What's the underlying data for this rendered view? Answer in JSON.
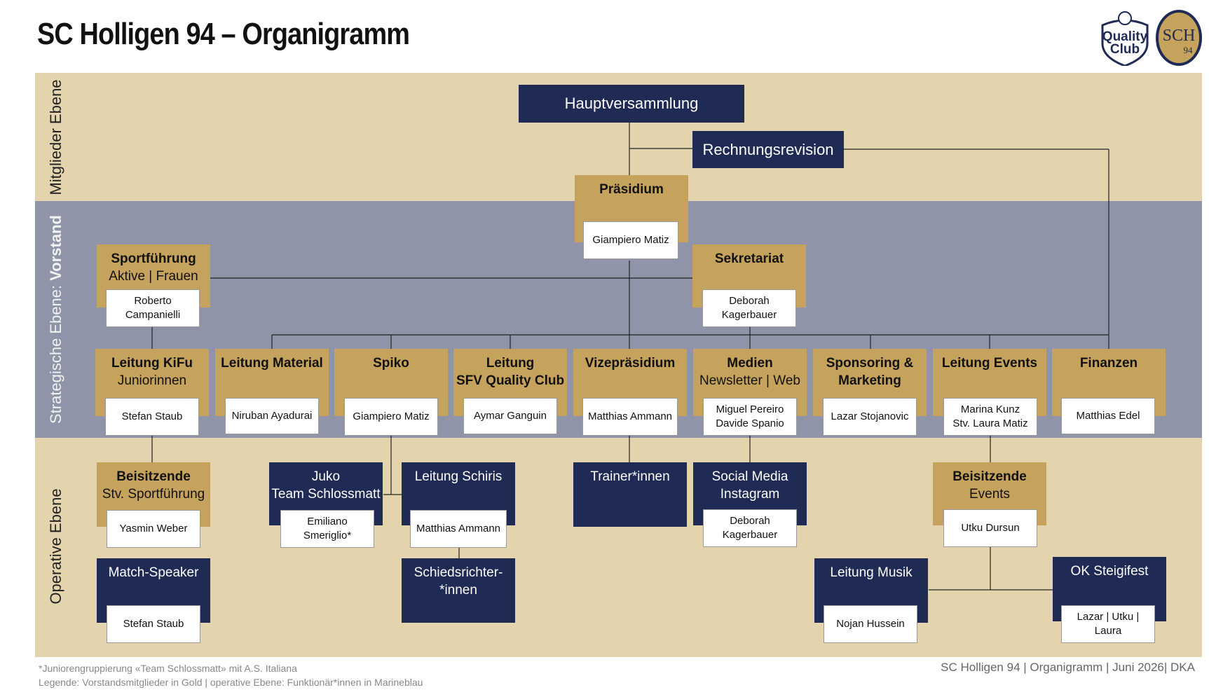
{
  "title": "SC Holligen 94 – Organigramm",
  "bands": {
    "top": "Mitglieder Ebene",
    "mid_prefix": "Strategische Ebene: ",
    "mid_bold": "Vorstand",
    "bottom": "Operative Ebene"
  },
  "logos": {
    "quality_club": [
      "Quality",
      "Club"
    ],
    "sch": "SCH",
    "sch_number": "94"
  },
  "boxes": {
    "hauptversammlung": "Hauptversammlung",
    "rechnungsrevision": "Rechnungsrevision",
    "praesidium": {
      "title": "Präsidium",
      "name": "Giampiero Matiz"
    },
    "sportfuehrung": {
      "title": "Sportführung",
      "subtitle": "Aktive | Frauen",
      "name": "Roberto\nCampanielli"
    },
    "sekretariat": {
      "title": "Sekretariat",
      "name": "Deborah\nKagerbauer"
    },
    "kifu": {
      "title": "Leitung KiFu",
      "subtitle": "Juniorinnen",
      "name": "Stefan Staub"
    },
    "material": {
      "title": "Leitung Material",
      "name": "Niruban Ayadurai"
    },
    "spiko": {
      "title": "Spiko",
      "name": "Giampiero Matiz"
    },
    "sfv": {
      "title": "Leitung",
      "subtitle": "SFV Quality Club",
      "name": "Aymar Ganguin"
    },
    "vize": {
      "title": "Vizepräsidium",
      "name": "Matthias Ammann"
    },
    "medien": {
      "title": "Medien",
      "subtitle": "Newsletter | Web",
      "name": "Miguel Pereiro\nDavide Spanio"
    },
    "sponsoring": {
      "title": "Sponsoring &",
      "subtitle": "Marketing",
      "name": "Lazar Stojanovic"
    },
    "events": {
      "title": "Leitung Events",
      "name": "Marina Kunz\nStv. Laura Matiz"
    },
    "finanzen": {
      "title": "Finanzen",
      "name": "Matthias Edel"
    },
    "beisitzende_sport": {
      "title": "Beisitzende",
      "subtitle": "Stv. Sportführung",
      "name": "Yasmin Weber"
    },
    "juko": {
      "title": "Juko",
      "subtitle": "Team Schlossmatt",
      "name": "Emiliano\nSmeriglio*"
    },
    "schiris": {
      "title": "Leitung Schiris",
      "name": "Matthias Ammann"
    },
    "trainer": {
      "title": "Trainer*innen"
    },
    "social": {
      "title": "Social Media",
      "subtitle": "Instagram",
      "name": "Deborah\nKagerbauer"
    },
    "beisitzende_events": {
      "title": "Beisitzende",
      "subtitle": "Events",
      "name": "Utku Dursun"
    },
    "match_speaker": {
      "title": "Match-Speaker",
      "name": "Stefan Staub"
    },
    "schiedsrichter": {
      "title": "Schiedsrichter-",
      "subtitle": "*innen"
    },
    "musik": {
      "title": "Leitung Musik",
      "name": "Nojan Hussein"
    },
    "steigifest": {
      "title": "OK Steigifest",
      "name": "Lazar | Utku |\nLaura"
    }
  },
  "footnotes": {
    "line1": "*Juniorengruppierung «Team Schlossmatt» mit A.S. Italiana",
    "line2": "Legende: Vorstandsmitglieder in Gold | operative Ebene: Funktionär*innen in Marineblau",
    "right": "SC Holligen 94 | Organigramm | Juni 2026| DKA"
  },
  "colors": {
    "gold": "#c6a35c",
    "navy": "#1f2a55",
    "band_beige": "#e4d4ae",
    "band_grey": "#8f94a9"
  }
}
